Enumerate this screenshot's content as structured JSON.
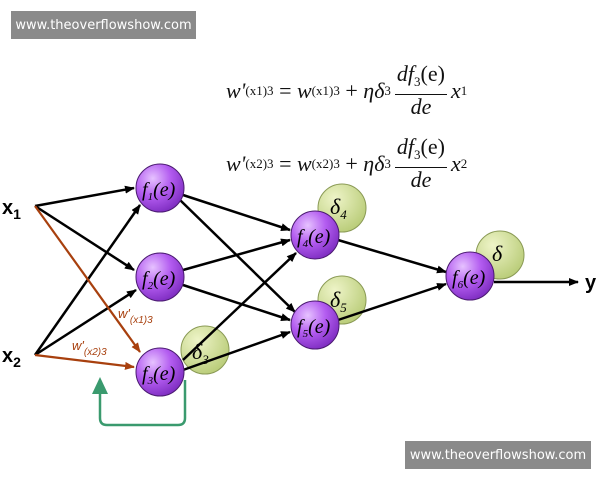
{
  "watermark_top": "www.theoverflowshow.com",
  "watermark_bottom": "www.theoverflowshow.com",
  "equations": [
    {
      "lhs_w": "w'",
      "lhs_sub": "(x1)3",
      "eq": "=",
      "rhs_w": "w",
      "rhs_sub": "(x1)3",
      "plus": "+",
      "eta": "η",
      "delta": "δ",
      "delta_sub": "3",
      "num": "df",
      "num_sub": "3",
      "num_tail": "(e)",
      "den": "de",
      "x": "x",
      "x_sub": "1"
    },
    {
      "lhs_w": "w'",
      "lhs_sub": "(x2)3",
      "eq": "=",
      "rhs_w": "w",
      "rhs_sub": "(x2)3",
      "plus": "+",
      "eta": "η",
      "delta": "δ",
      "delta_sub": "3",
      "num": "df",
      "num_sub": "3",
      "num_tail": "(e)",
      "den": "de",
      "x": "x",
      "x_sub": "2"
    }
  ],
  "inputs": [
    {
      "label": "x",
      "sub": "1"
    },
    {
      "label": "x",
      "sub": "2"
    }
  ],
  "output": {
    "label": "y"
  },
  "nodes": [
    {
      "f": "f",
      "sub": "1",
      "tail": "(e)"
    },
    {
      "f": "f",
      "sub": "2",
      "tail": "(e)"
    },
    {
      "f": "f",
      "sub": "3",
      "tail": "(e)"
    },
    {
      "f": "f",
      "sub": "4",
      "tail": "(e)"
    },
    {
      "f": "f",
      "sub": "5",
      "tail": "(e)"
    },
    {
      "f": "f",
      "sub": "6",
      "tail": "(e)"
    }
  ],
  "deltas": [
    {
      "label": "δ",
      "sub": "3"
    },
    {
      "label": "δ",
      "sub": "4"
    },
    {
      "label": "δ",
      "sub": "5"
    },
    {
      "label": "δ",
      "sub": ""
    }
  ],
  "weight_labels": [
    {
      "w": "w'",
      "sub": "(x1)3"
    },
    {
      "w": "w'",
      "sub": "(x2)3"
    }
  ],
  "colors": {
    "neuron": "#b35cf0",
    "delta": "#c8d98a",
    "updated_weight": "#a8400e",
    "loop": "#3a9a6e"
  }
}
